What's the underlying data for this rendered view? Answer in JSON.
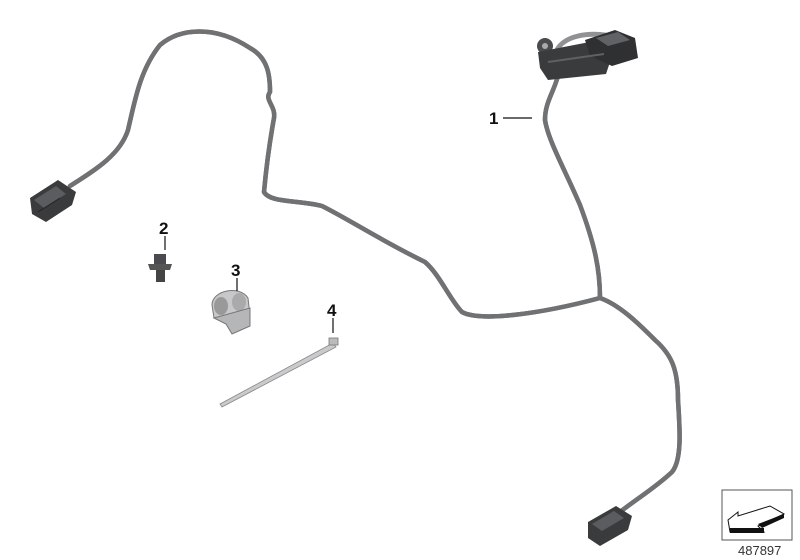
{
  "diagram": {
    "parts": [
      {
        "number": "1"
      },
      {
        "number": "2"
      },
      {
        "number": "3"
      },
      {
        "number": "4"
      }
    ],
    "reference_number": "487897",
    "colors": {
      "wire": "#8f9193",
      "connector": "#3a3b3d",
      "label": "#111111"
    }
  }
}
